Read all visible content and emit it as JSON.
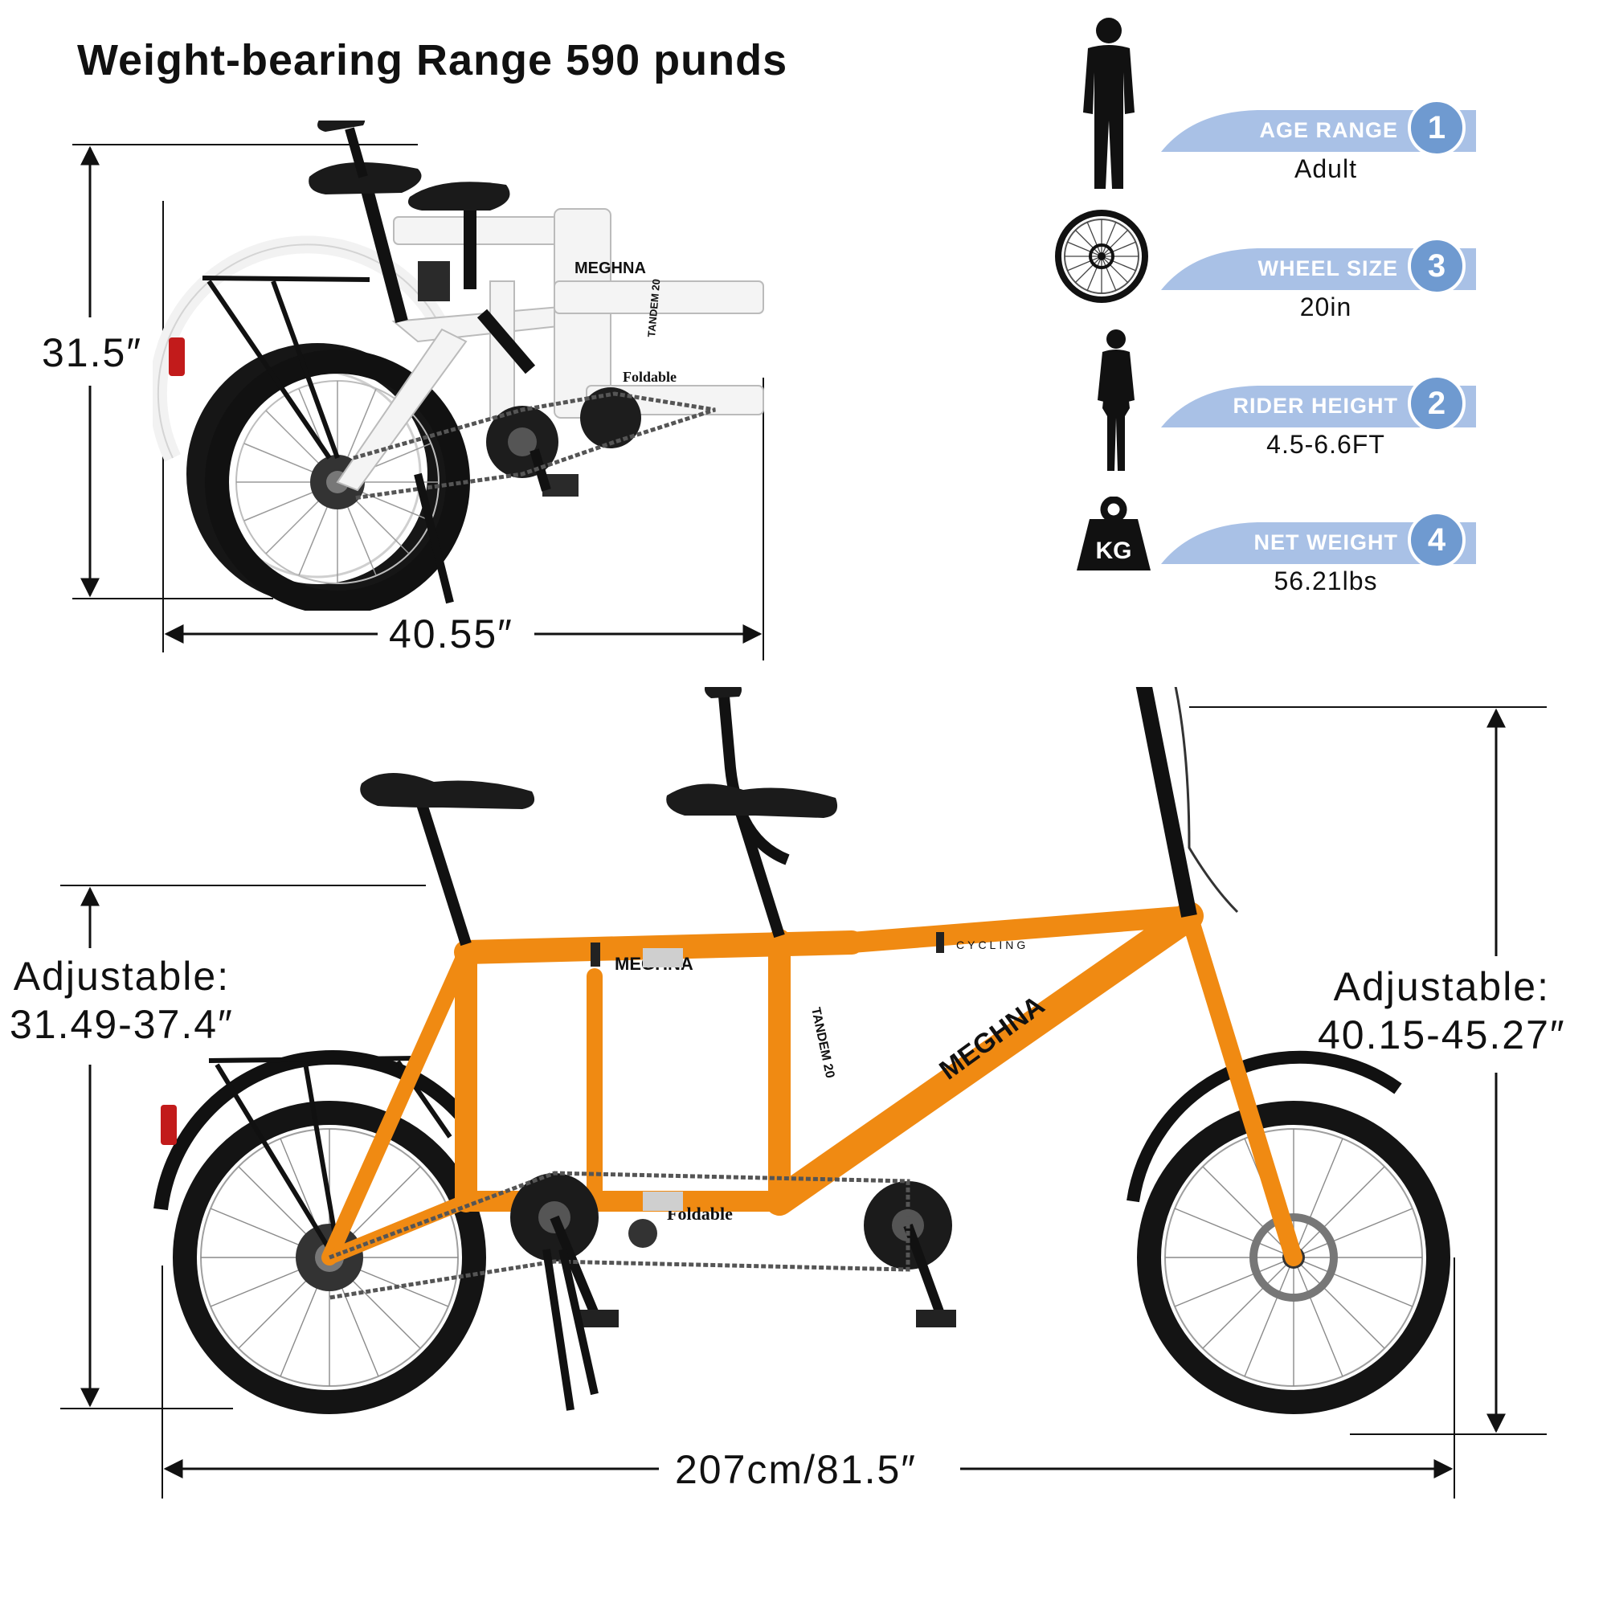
{
  "headline": "Weight-bearing Range 590 punds",
  "folded": {
    "height_label": "31.5″",
    "length_label": "40.55″",
    "frame_brand": "MEGHNA",
    "frame_model": "TANDEM 20",
    "frame_tag": "Foldable"
  },
  "unfolded": {
    "seat_height_label_1": "Adjustable:",
    "seat_height_label_2": "31.49-37.4″",
    "bar_height_label_1": "Adjustable:",
    "bar_height_label_2": "40.15-45.27″",
    "length_label": "207cm/81.5″",
    "frame_brand": "MEGHNA",
    "frame_model": "TANDEM 20",
    "frame_tag": "Foldable",
    "frame_text": "CYCLING"
  },
  "specs": [
    {
      "label": "AGE RANGE",
      "number": "1",
      "value": "Adult",
      "icon": "man-silhouette-icon"
    },
    {
      "label": "WHEEL SIZE",
      "number": "3",
      "value": "20in",
      "icon": "wheel-icon"
    },
    {
      "label": "RIDER HEIGHT",
      "number": "2",
      "value": "4.5-6.6FT",
      "icon": "woman-silhouette-icon"
    },
    {
      "label": "NET WEIGHT",
      "number": "4",
      "value": "56.21lbs",
      "icon": "kg-weight-icon"
    }
  ],
  "weight_icon_text": "KG",
  "colors": {
    "frame_orange": "#f08a12",
    "frame_white": "#f4f4f4",
    "banner_blue": "#a9c1e6",
    "badge_blue": "#6f9ad0",
    "tire_black": "#141414"
  }
}
